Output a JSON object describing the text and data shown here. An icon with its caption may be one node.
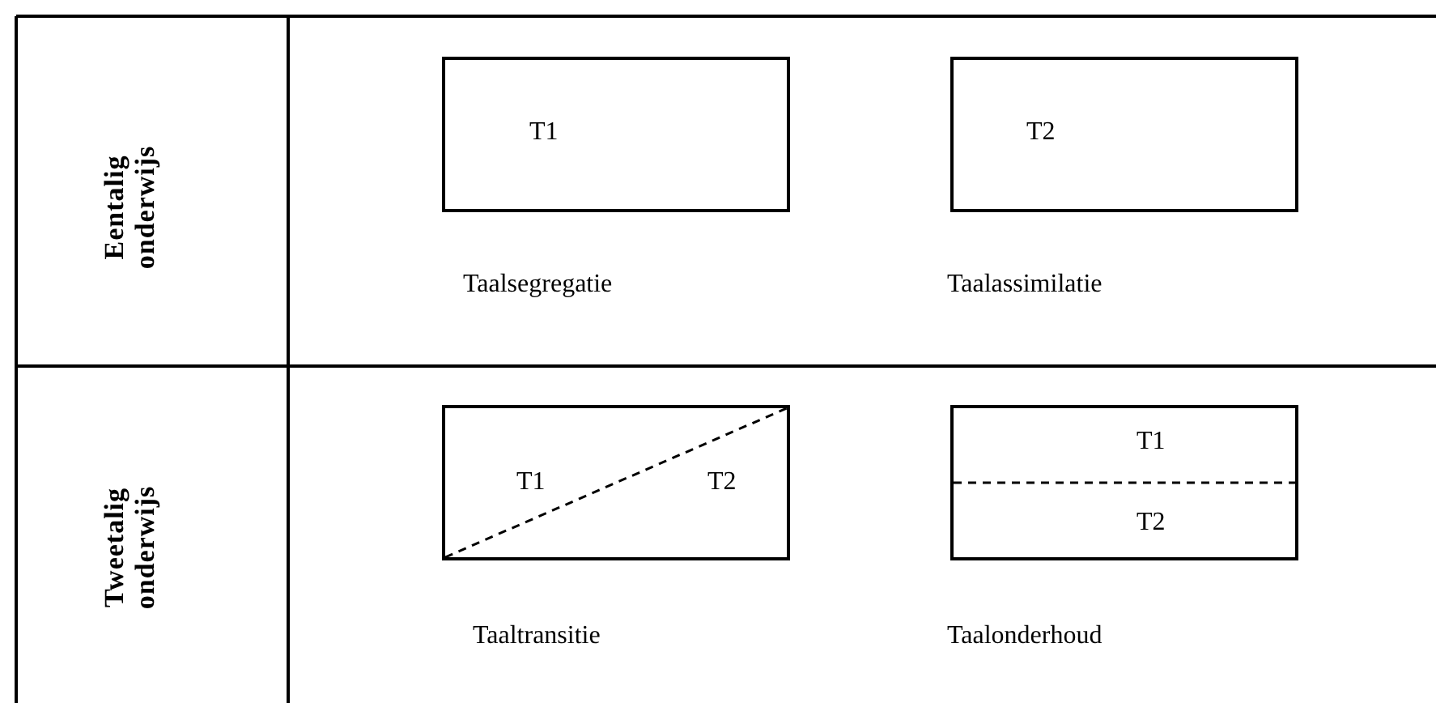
{
  "diagram": {
    "nodes": [
      {
        "text": [
          "T1"
        ],
        "beside": [
          "Taalsegregatie"
        ]
      },
      {
        "text": [
          "T2"
        ],
        "beside": [
          "Taalassimilatie"
        ]
      },
      {
        "text": [
          "T1",
          "T2"
        ],
        "beside": [
          "Taaltransitie"
        ]
      },
      {
        "text": [
          "T1",
          "T2"
        ],
        "beside": [
          "Taalonderhoud"
        ]
      }
    ],
    "labels": [
      "Eentalig onderwijs",
      "Tweetalig onderwijs"
    ]
  }
}
